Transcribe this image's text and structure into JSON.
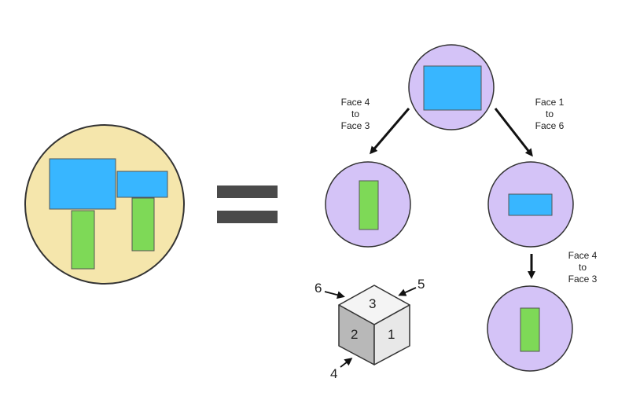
{
  "colors": {
    "composite_circle_fill": "#f5e6ac",
    "circle_fill": "#d4c3f7",
    "blue_rect": "#38b6ff",
    "green_rect": "#7ed957",
    "equals_sign": "#4a4a4a",
    "cube_top": "#f4f4f4",
    "cube_left": "#b8b8b8",
    "cube_right": "#e8e8e8",
    "outline": "#333333"
  },
  "operations": {
    "left_branch": [
      "Face 4",
      "to",
      "Face 3"
    ],
    "right_branch": [
      "Face 1",
      "to",
      "Face 6"
    ],
    "down_step": [
      "Face 4",
      "to",
      "Face 3"
    ]
  },
  "cube": {
    "face_top": "3",
    "face_left": "2",
    "face_right": "1",
    "pointer_top_left": "6",
    "pointer_top_right": "5",
    "pointer_bottom": "4"
  }
}
